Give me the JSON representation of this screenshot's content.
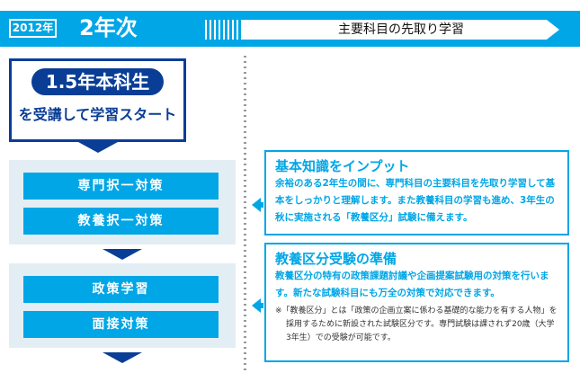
{
  "header": {
    "year": "2012年",
    "grade": "2年次",
    "banner": "主要科目の先取り学習"
  },
  "start": {
    "pill": "1.5年本科生",
    "sub": "を受講して学習スタート"
  },
  "steps": [
    {
      "buttons": [
        "専門択一対策",
        "教養択一対策"
      ]
    },
    {
      "buttons": [
        "政策学習",
        "面接対策"
      ]
    }
  ],
  "cards": [
    {
      "title": "基本知識をインプット",
      "body": "余裕のある2年生の間に、専門科目の主要科目を先取り学習して基本をしっかりと理解します。また教養科目の学習も進め、3年生の秋に実施される「教養区分」試験に備えます。"
    },
    {
      "title": "教養区分受験の準備",
      "body": "教養区分の特有の政策課題討議や企画提案試験用の対策を行います。新たな試験科目にも万全の対策で対応できます。",
      "note": "※「教養区分」とは「政策の企画立案に係わる基礎的な能力を有する人物」を採用するために新設された試験区分です。専門試験は課されず20歳（大学3年生）での受験が可能です。"
    }
  ],
  "colors": {
    "accent": "#00a6e6",
    "navy": "#0a3e96",
    "panel": "#e3eef4"
  }
}
